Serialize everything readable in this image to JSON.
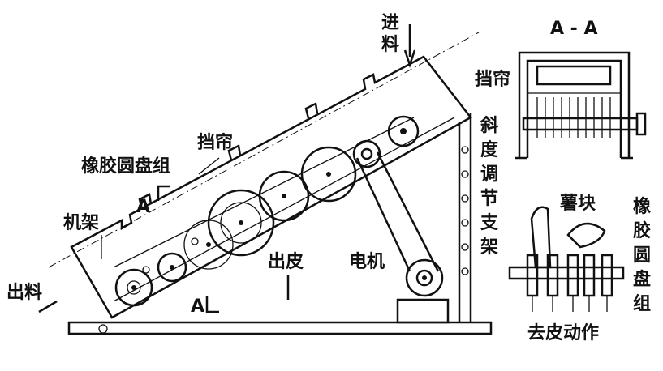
{
  "labels": {
    "feed_in_1": "进",
    "feed_in_2": "料",
    "curtain": "挡帘",
    "rubber_disc_group": "橡胶圆盘组",
    "frame": "机架",
    "discharge": "出料",
    "peel_out": "出皮",
    "motor": "电机",
    "tilt_support": [
      "斜",
      "度",
      "调",
      "节",
      "支",
      "架"
    ],
    "section_title": "A - A",
    "section_curtain": "挡帘",
    "potato_block": "薯块",
    "right_disc_group": [
      "橡",
      "胶",
      "圆",
      "盘",
      "组"
    ],
    "peeling_action": "去皮动作",
    "section_mark_top": "A",
    "section_mark_bottom": "A"
  }
}
